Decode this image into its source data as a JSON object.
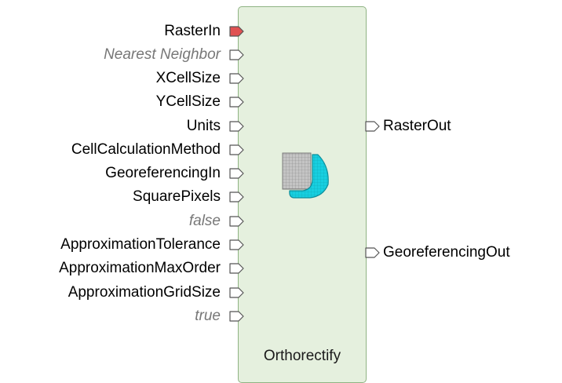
{
  "node": {
    "title": "Orthorectify",
    "icon": "raster-reproject-icon",
    "input_ports": [
      {
        "label": "RasterIn",
        "style": "required",
        "color": "#e05252"
      },
      {
        "label": "Nearest Neighbor",
        "style": "value"
      },
      {
        "label": "XCellSize",
        "style": "normal"
      },
      {
        "label": "YCellSize",
        "style": "normal"
      },
      {
        "label": "Units",
        "style": "normal"
      },
      {
        "label": "CellCalculationMethod",
        "style": "normal"
      },
      {
        "label": "GeoreferencingIn",
        "style": "normal"
      },
      {
        "label": "SquarePixels",
        "style": "normal"
      },
      {
        "label": "false",
        "style": "value"
      },
      {
        "label": "ApproximationTolerance",
        "style": "normal"
      },
      {
        "label": "ApproximationMaxOrder",
        "style": "normal"
      },
      {
        "label": "ApproximationGridSize",
        "style": "normal"
      },
      {
        "label": "true",
        "style": "value"
      }
    ],
    "output_ports": [
      {
        "label": "RasterOut"
      },
      {
        "label": "GeoreferencingOut"
      }
    ]
  },
  "colors": {
    "node_fill": "#e5f0de",
    "node_border": "#8fb383",
    "port_required": "#e05252",
    "icon_accent": "#17cfe0"
  }
}
